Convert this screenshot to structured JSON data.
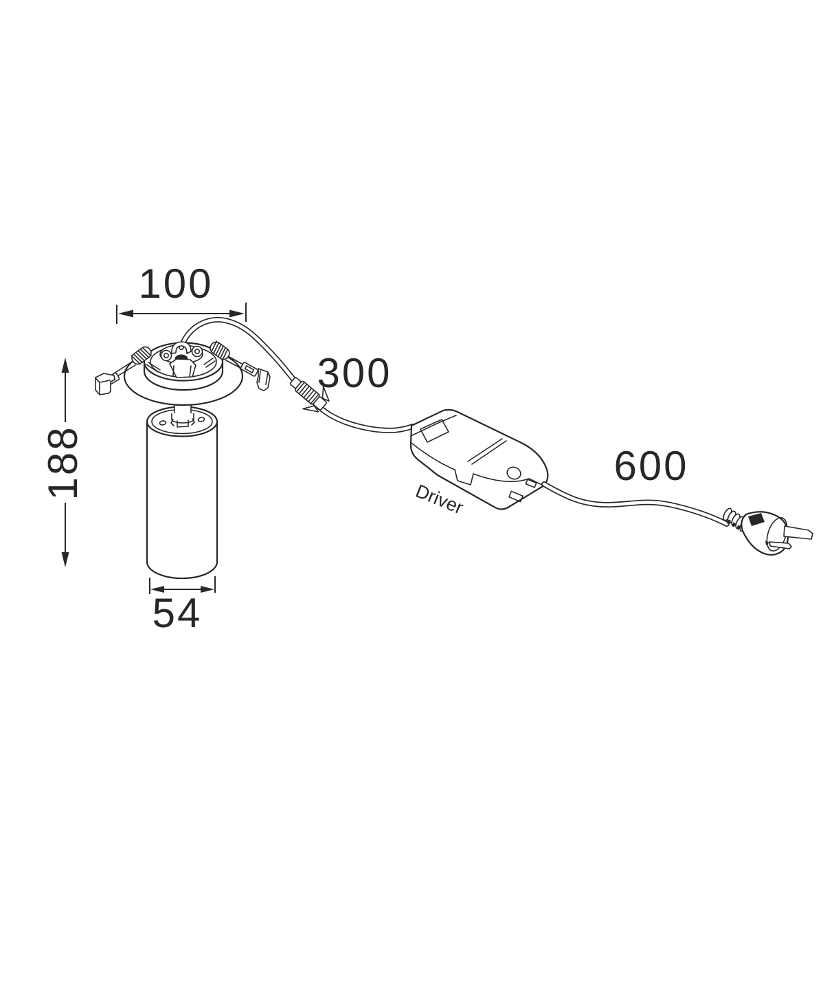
{
  "drawing": {
    "title": "downlight-fixture-dimension-diagram",
    "colors": {
      "line": "#2a2627",
      "background": "#ffffff"
    },
    "dimensions": {
      "top_width": {
        "value": "100"
      },
      "left_height": {
        "value": "188"
      },
      "bottom_diameter": {
        "value": "54"
      },
      "cable_fixture_to_driver": {
        "value": "300"
      },
      "cable_driver_to_plug": {
        "value": "600"
      }
    },
    "labels": {
      "driver": "Driver"
    }
  }
}
